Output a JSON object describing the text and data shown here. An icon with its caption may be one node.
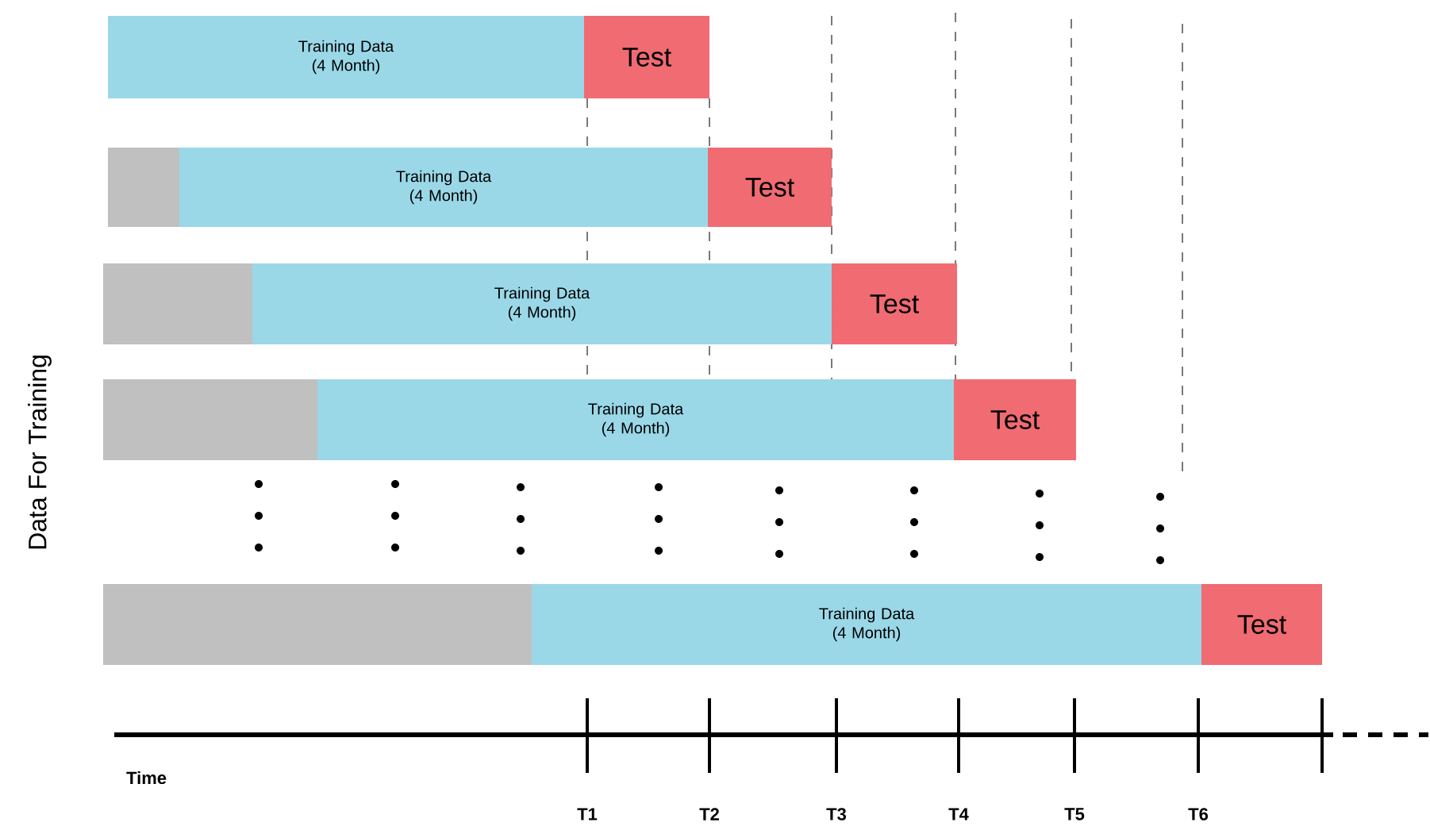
{
  "diagram": {
    "nodes": [
      {
        "text": [
          "Training Data (4 Month)"
        ]
      },
      {
        "text": [
          "Test"
        ]
      },
      {
        "text": [],
        "shape": "bar"
      },
      {
        "text": [
          "Training Data (4 Month)"
        ]
      },
      {
        "text": [
          "Test"
        ]
      },
      {
        "text": [],
        "shape": "bar"
      },
      {
        "text": [
          "Training Data (4 Month)"
        ]
      },
      {
        "text": [
          "Test"
        ]
      },
      {
        "text": [],
        "shape": "bar"
      },
      {
        "text": [
          "Training Data (4 Month)"
        ]
      },
      {
        "text": [
          "Test"
        ]
      },
      {
        "text": [],
        "shape": "bar"
      },
      {
        "text": [
          "Training Data (4 Month)"
        ]
      },
      {
        "text": [
          "Test"
        ]
      }
    ],
    "labels": [
      "Data For Training",
      "Time",
      "T1",
      "T2",
      "T3",
      "T4",
      "T5",
      "T6"
    ]
  }
}
